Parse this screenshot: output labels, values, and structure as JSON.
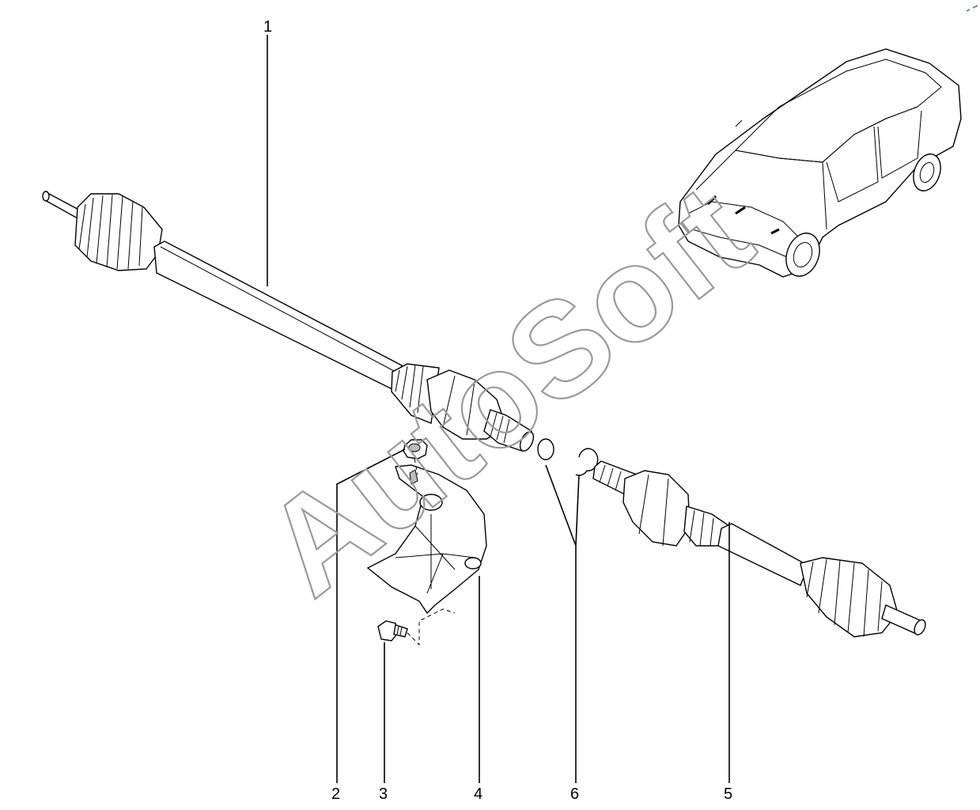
{
  "watermark": "AutoSoft",
  "callouts": {
    "c1": "1",
    "c2": "2",
    "c3": "3",
    "c4": "4",
    "c5": "5",
    "c6": "6"
  }
}
